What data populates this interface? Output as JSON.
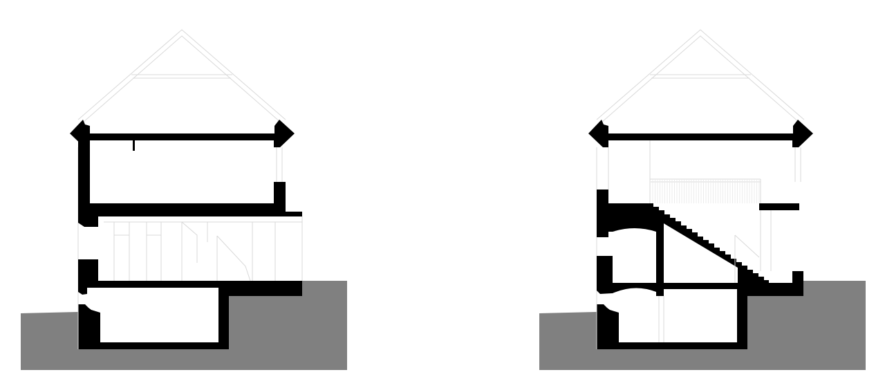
{
  "drawing": {
    "type": "architectural-sections",
    "sections": [
      "existing-section",
      "proposed-section"
    ]
  },
  "colors": {
    "background": "#ffffff",
    "structure": "#000000",
    "ground": "#808080",
    "linework": "#d8d8d8"
  }
}
